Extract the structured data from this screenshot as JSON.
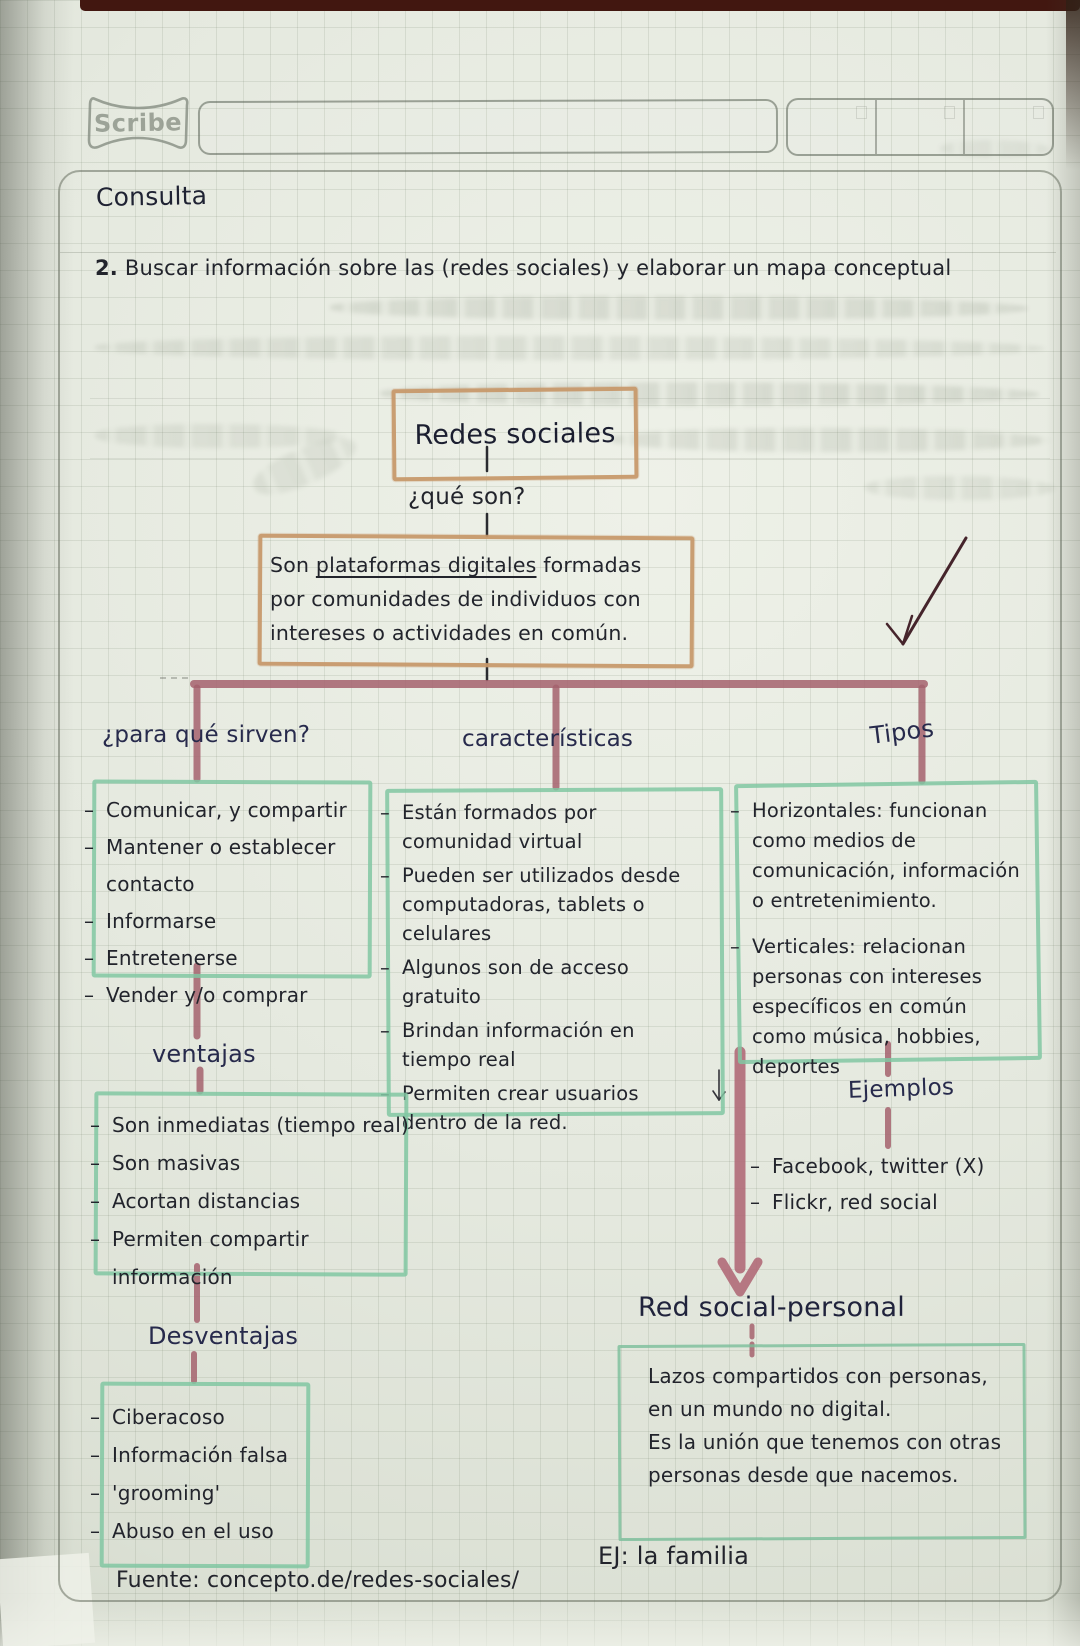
{
  "header": {
    "logo_text": "Scribe",
    "search_value": "",
    "toolbar_cells": [
      "",
      "",
      ""
    ]
  },
  "consulta": {
    "title": "Consulta",
    "task_number": "2.",
    "task_text": "Buscar información sobre las (redes sociales) y elaborar un mapa conceptual"
  },
  "map": {
    "root": "Redes sociales",
    "question": "¿qué son?",
    "definition": {
      "pre": "Son ",
      "underlined": "plataformas digitales",
      "post": " formadas por comunidades de individuos con intereses o actividades en común."
    },
    "purpose": {
      "label": "¿para qué sirven?",
      "items": [
        "Comunicar, y compartir",
        "Mantener o establecer contacto",
        "Informarse",
        "Entretenerse",
        "Vender y/o comprar"
      ]
    },
    "features": {
      "label": "características",
      "items": [
        "Están formados por comunidad virtual",
        "Pueden ser utilizados desde computadoras, tablets o celulares",
        "Algunos son de acceso gratuito",
        "Brindan información en tiempo real",
        "Permiten crear usuarios dentro de la red."
      ]
    },
    "types": {
      "label": "Tipos",
      "items": [
        "Horizontales: funcionan como medios de comunicación, información o entretenimiento.",
        "Verticales: relacionan personas con intereses específicos en común como música, hobbies, deportes"
      ]
    },
    "advantages": {
      "label": "ventajas",
      "items": [
        "Son inmediatas (tiempo real)",
        "Son masivas",
        "Acortan distancias",
        "Permiten compartir información"
      ]
    },
    "disadvantages": {
      "label": "Desventajas",
      "items": [
        "Ciberacoso",
        "Información falsa",
        "'grooming'",
        "Abuso en el uso"
      ]
    },
    "examples": {
      "label": "Ejemplos",
      "items": [
        "Facebook, twitter (X)",
        "Flickr, red social"
      ]
    },
    "personal": {
      "label": "Red social-personal",
      "lines": [
        "Lazos compartidos con personas, en un mundo no digital.",
        "Es la unión que tenemos con otras personas desde que nacemos."
      ],
      "example": "EJ: la familia"
    },
    "source": "Fuente: concepto.de/redes-sociales/"
  },
  "colors": {
    "box_orange": "#c7996c",
    "box_green": "#81c7a2",
    "connector_red": "#a5616d",
    "ink_dark": "#272a4c",
    "ink_black": "#22242c",
    "wireframe_gray": "#8b9287",
    "top_edge": "#421710"
  }
}
